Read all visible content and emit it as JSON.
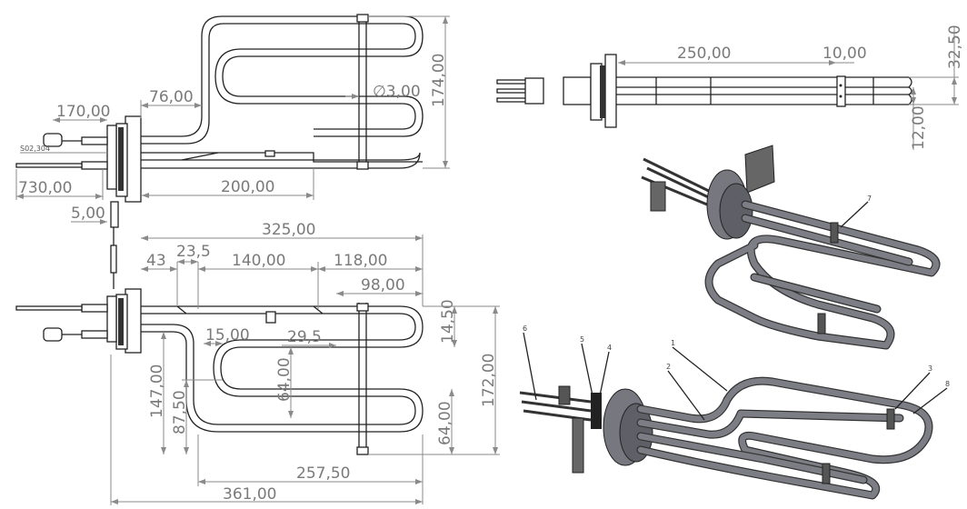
{
  "top_view": {
    "dims": {
      "d170": "170,00",
      "note": "S02,304",
      "d730": "730,00",
      "d5": "5,00",
      "d76": "76,00",
      "d200": "200,00",
      "dia3": "∅3,00",
      "d174": "174,00"
    }
  },
  "bottom_view": {
    "dims": {
      "d325": "325,00",
      "d43": "43",
      "d23_5": "23,5",
      "d140": "140,00",
      "d118": "118,00",
      "d98": "98,00",
      "d15": "15,00",
      "d29_5": "29,5",
      "d64_center": "64,00",
      "d14_5": "14,50",
      "d172": "172,00",
      "d147": "147,00",
      "d87_5": "87,50",
      "d64_right": "64,00",
      "d257_5": "257,50",
      "d361": "361,00"
    }
  },
  "side_view": {
    "dims": {
      "d250": "250,00",
      "d10": "10,00",
      "d32_5": "32,50",
      "d12": "12,00"
    }
  },
  "balloons": {
    "b7": "7",
    "b6": "6",
    "b5": "5",
    "b4": "4",
    "b1": "1",
    "b2": "2",
    "b3": "3",
    "b8": "8"
  }
}
